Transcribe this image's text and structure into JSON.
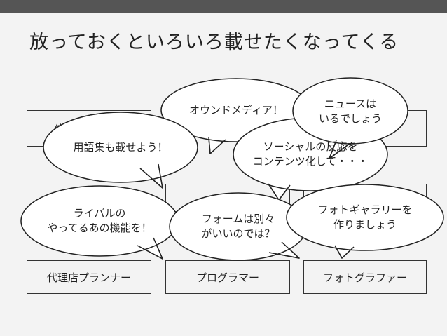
{
  "slide": {
    "title": "放っておくといろいろ載せたくなってくる"
  },
  "boxes": [
    {
      "label": "代理店プランナー"
    },
    {
      "label": "プログラマー"
    },
    {
      "label": "フォトグラファー"
    }
  ],
  "hidden_boxes_peek": [
    "佳"
  ],
  "bubbles": {
    "owned_media": [
      "オウンドメディア！"
    ],
    "news": [
      "ニュースは",
      "いるでしょう"
    ],
    "glossary": [
      "用語集も載せよう！"
    ],
    "social": [
      "ソーシャルの反応を",
      "コンテンツ化して・・・"
    ],
    "rival": [
      "ライバルの",
      "やってるあの機能を！"
    ],
    "form": [
      "フォームは別々",
      "がいいのでは？"
    ],
    "gallery": [
      "フォトギャラリーを",
      "作りましょう"
    ]
  }
}
